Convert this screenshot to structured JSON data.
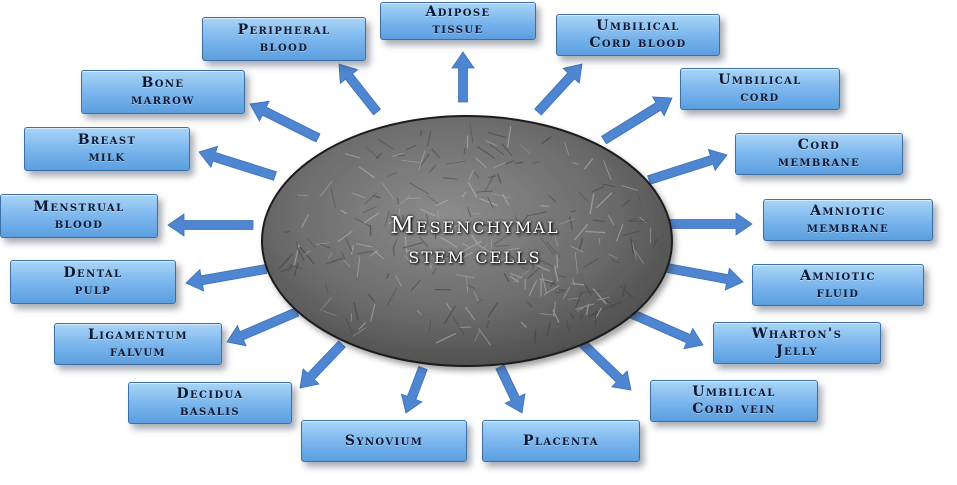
{
  "center": {
    "label": "Mesenchymal\nstem cells"
  },
  "colors": {
    "arrow": "#4f86d2",
    "box_border": "#3d6fa6",
    "ellipse_fill": "#6f6f6f",
    "ellipse_stroke": "#1a1a1a"
  },
  "sources": [
    {
      "id": "adipose-tissue",
      "label": "Adipose\ntissue"
    },
    {
      "id": "umbilical-cord-blood",
      "label": "Umbilical\nCord blood"
    },
    {
      "id": "umbilical-cord",
      "label": "Umbilical\ncord"
    },
    {
      "id": "cord-membrane",
      "label": "Cord\nmembrane"
    },
    {
      "id": "amniotic-membrane",
      "label": "Amniotic\nmembrane"
    },
    {
      "id": "amniotic-fluid",
      "label": "Amniotic\nfluid"
    },
    {
      "id": "whartons-jelly",
      "label": "Wharton's\nJelly"
    },
    {
      "id": "umbilical-cord-vein",
      "label": "Umbilical\nCord vein"
    },
    {
      "id": "placenta",
      "label": "Placenta"
    },
    {
      "id": "synovium",
      "label": "Synovium"
    },
    {
      "id": "decidua-basalis",
      "label": "Decidua\nbasalis"
    },
    {
      "id": "ligamentum-falvum",
      "label": "Ligamentum\nfalvum"
    },
    {
      "id": "dental-pulp",
      "label": "Dental\npulp"
    },
    {
      "id": "menstrual-blood",
      "label": "Menstrual\nblood"
    },
    {
      "id": "breast-milk",
      "label": "Breast\nmilk"
    },
    {
      "id": "bone-marrow",
      "label": "Bone\nmarrow"
    },
    {
      "id": "peripheral-blood",
      "label": "Peripheral\nblood"
    }
  ]
}
